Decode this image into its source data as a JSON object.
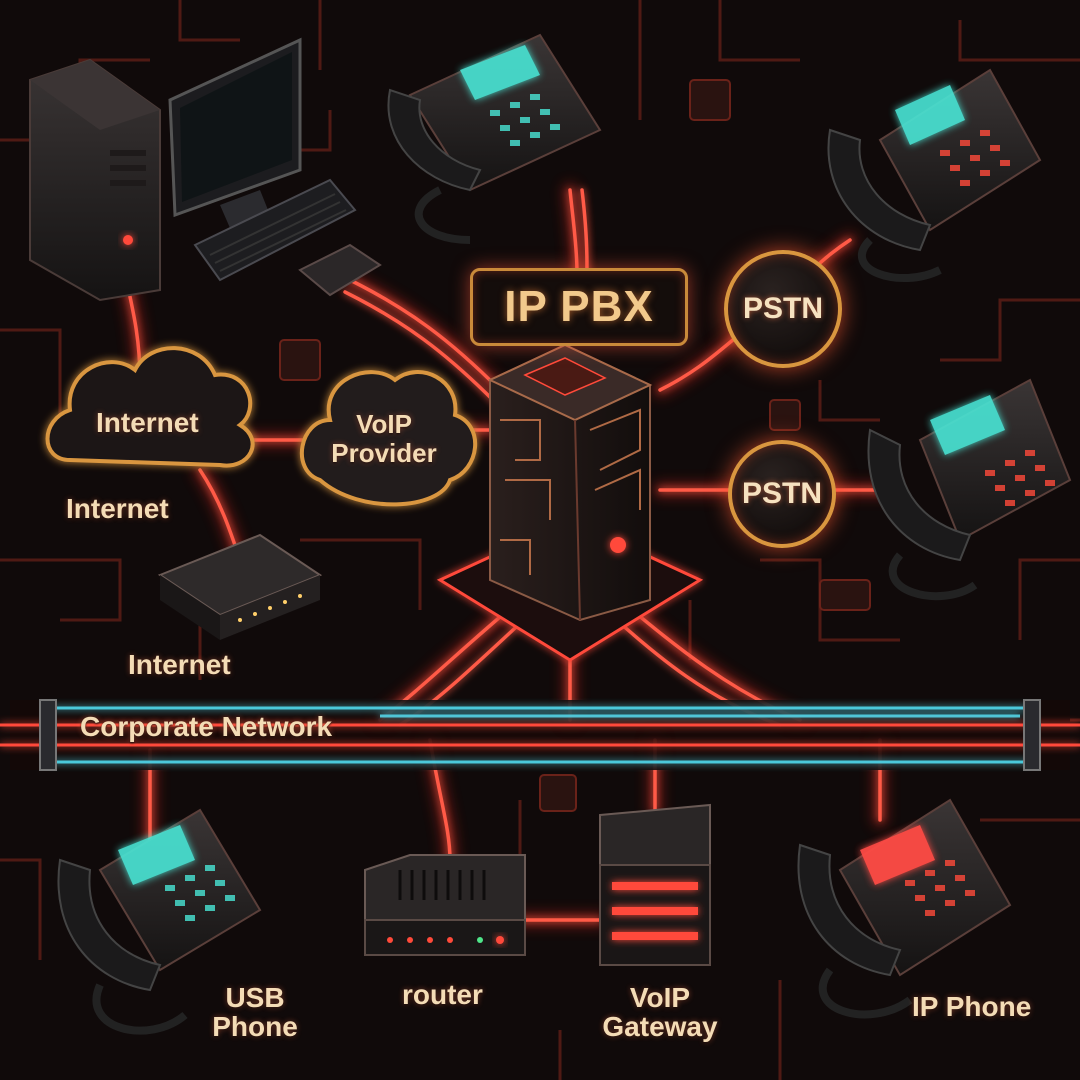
{
  "diagram": {
    "title": "IP PBX",
    "labels": {
      "pstn_top": "PSTN",
      "pstn_mid": "PSTN",
      "internet_cloud": "Internet",
      "voip_provider": "VoIP Provider",
      "internet_left": "Internet",
      "internet_modem": "Internet",
      "corporate_network": "Corporate Network",
      "usb_phone_line1": "USB",
      "usb_phone_line2": "Phone",
      "router": "router",
      "voip_gateway_line1": "VoIP",
      "voip_gateway_line2": "Gateway",
      "ip_phone": "IP Phone"
    },
    "colors": {
      "background": "#0b0b0c",
      "wire_glow": "#ff4a3a",
      "network_rail": "#4fd3e6",
      "label_text": "#f4dcb6",
      "gold_border": "#d9963f",
      "screen_cyan": "#49e6d6",
      "screen_red": "#ff4b45"
    }
  }
}
